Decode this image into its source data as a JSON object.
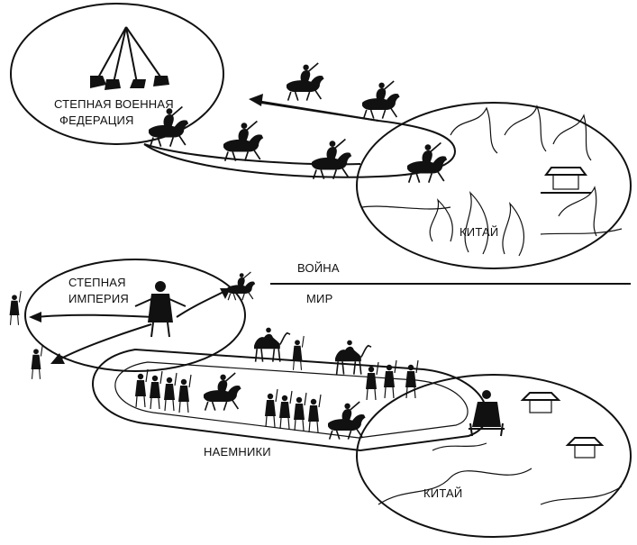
{
  "top_scene": {
    "federation_label_line1": "СТЕПНАЯ ВОЕННАЯ",
    "federation_label_line2": "ФЕДЕРАЦИЯ",
    "china_label": "КИТАЙ"
  },
  "divider": {
    "war_label": "ВОЙНА",
    "peace_label": "МИР"
  },
  "bottom_scene": {
    "empire_label_line1": "СТЕПНАЯ",
    "empire_label_line2": "ИМПЕРИЯ",
    "mercenaries_label": "НАЕМНИКИ",
    "china_label": "КИТАЙ"
  },
  "icons": [
    "crossed-spears-icon",
    "horse-rider-icon",
    "fire-icon",
    "camel-icon",
    "foot-soldier-icon",
    "pagoda-icon",
    "emperor-icon"
  ]
}
